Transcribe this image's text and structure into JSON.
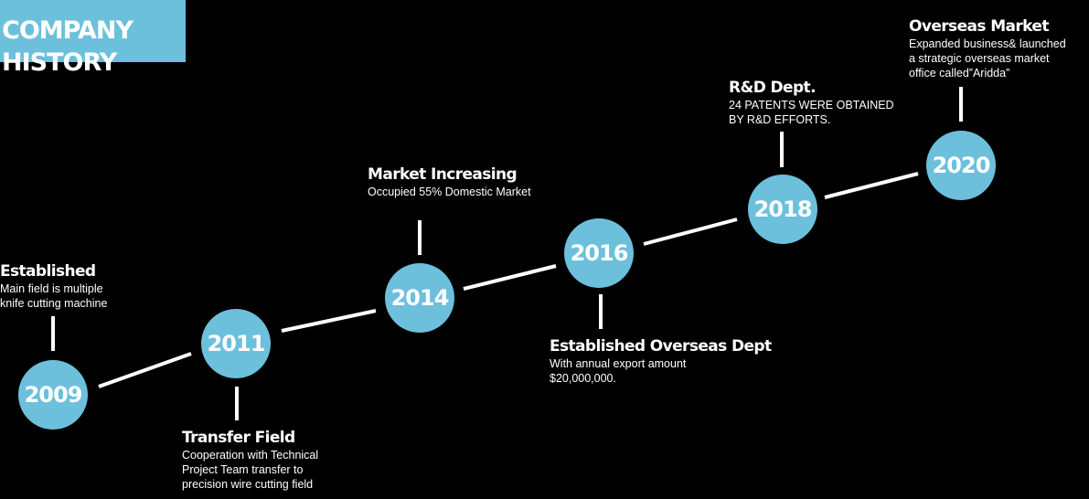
{
  "title": {
    "line1": "COMPANY",
    "line2": "HISTORY"
  },
  "colors": {
    "accent": "#6cc0dc",
    "background": "#000000",
    "text": "#ffffff"
  },
  "events": [
    {
      "year": "2009",
      "heading": "Established",
      "desc": [
        "Main field is multiple",
        "knife cutting machine"
      ]
    },
    {
      "year": "2011",
      "heading": "Transfer Field",
      "desc": [
        "Cooperation with Technical",
        "Project Team transfer to",
        "precision wire cutting field"
      ]
    },
    {
      "year": "2014",
      "heading": "Market Increasing",
      "desc": [
        "Occupied 55% Domestic Market"
      ]
    },
    {
      "year": "2016",
      "heading": "Established Overseas Dept",
      "desc": [
        "With annual export amount",
        "$20,000,000."
      ]
    },
    {
      "year": "2018",
      "heading": "R&D Dept.",
      "desc": [
        "24 PATENTS WERE OBTAINED",
        "BY R&D EFFORTS."
      ]
    },
    {
      "year": "2020",
      "heading": "Overseas Market",
      "desc": [
        "Expanded business& launched",
        "a strategic overseas market",
        "office called”Aridda”"
      ]
    }
  ]
}
